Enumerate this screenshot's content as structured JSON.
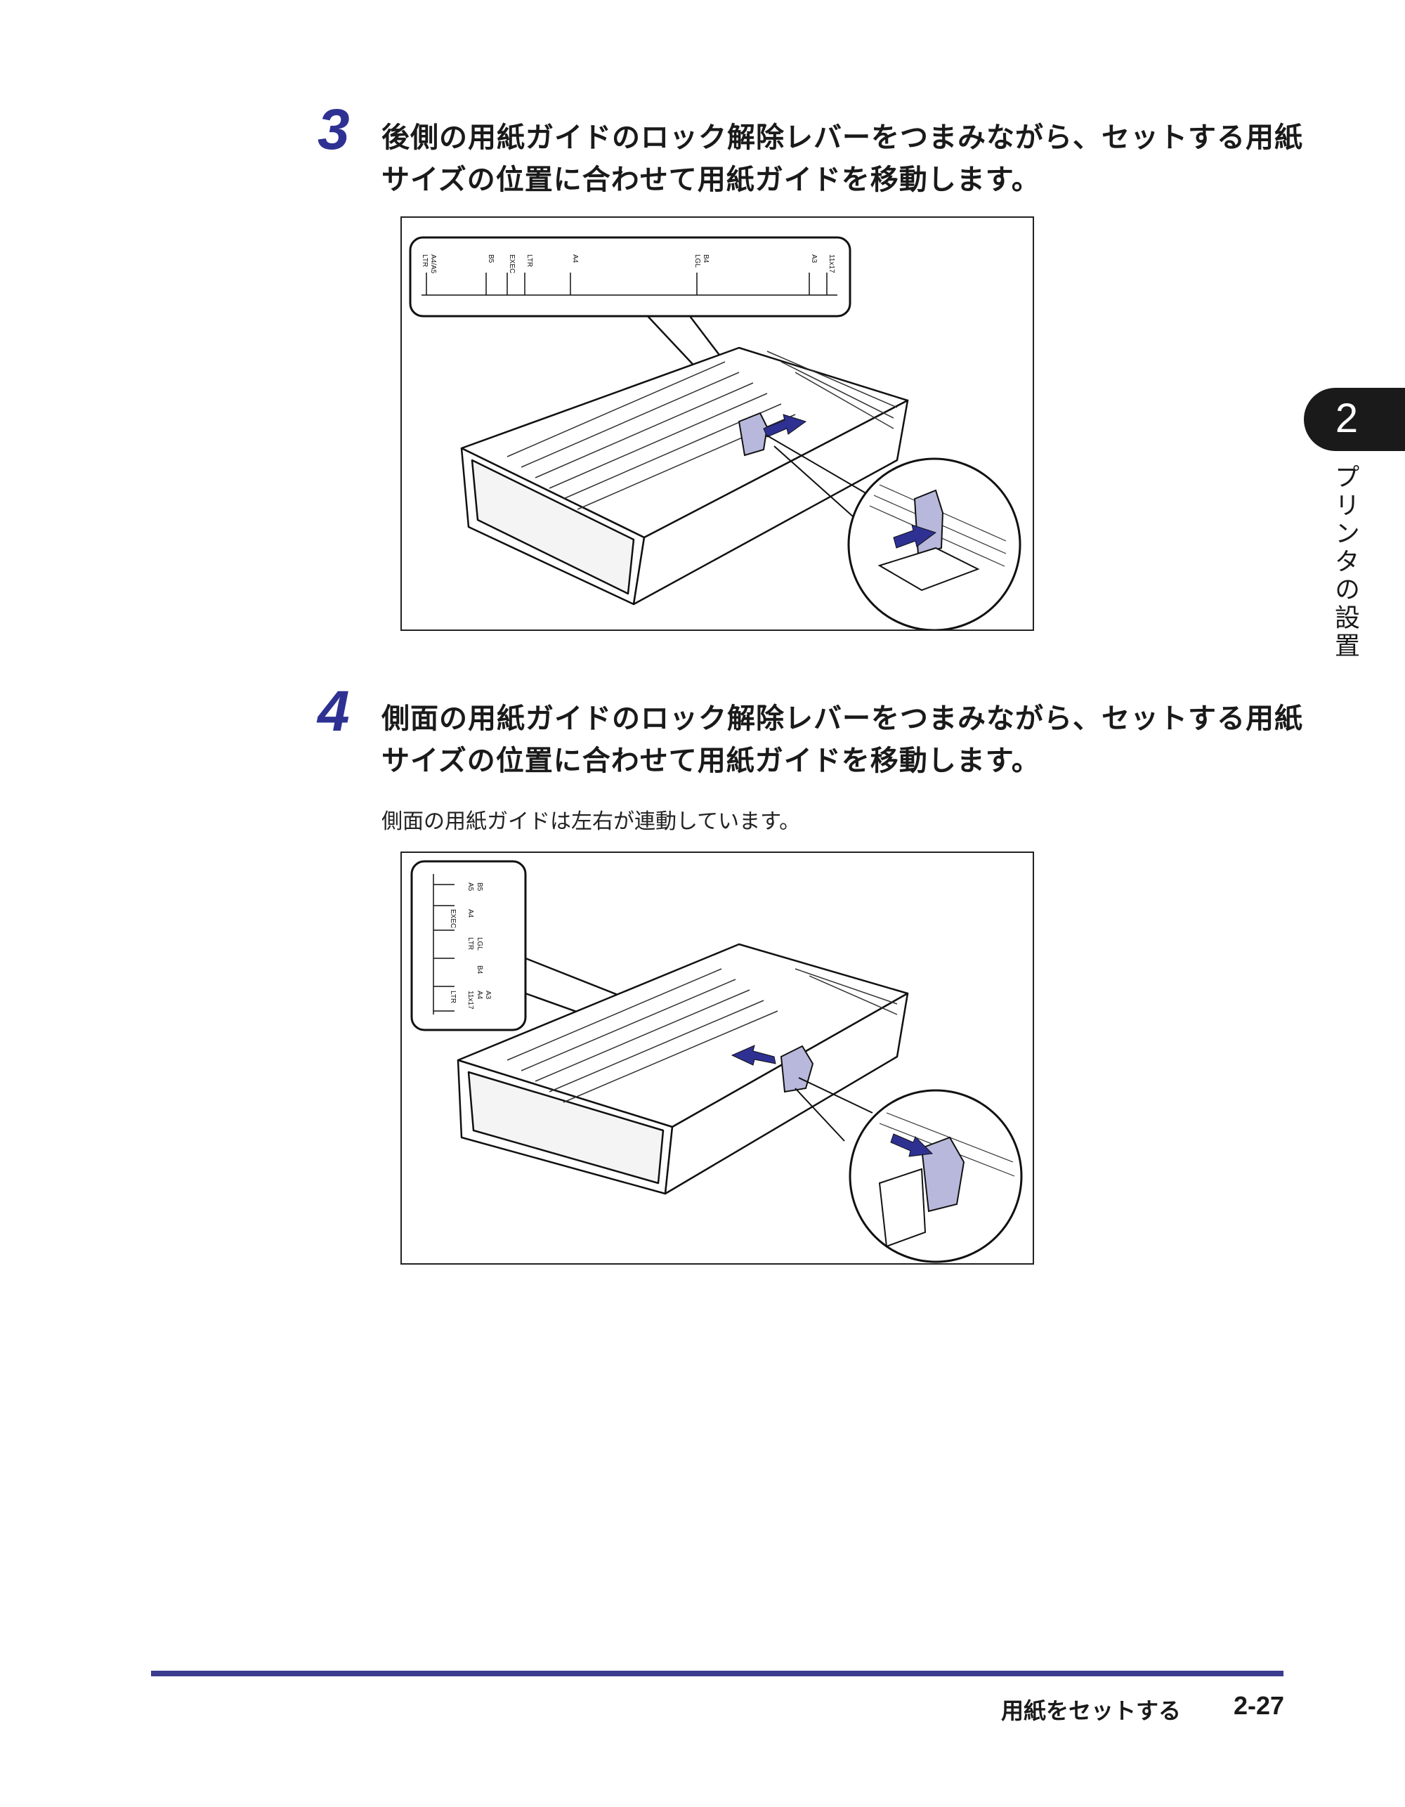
{
  "steps": [
    {
      "number": "3",
      "line1": "後側の用紙ガイドのロック解除レバーをつまみながら、セットする用紙",
      "line2": "サイズの位置に合わせて用紙ガイドを移動します。"
    },
    {
      "number": "4",
      "line1": "側面の用紙ガイドのロック解除レバーをつまみながら、セットする用紙",
      "line2": "サイズの位置に合わせて用紙ガイドを移動します。",
      "note": "側面の用紙ガイドは左右が連動しています。"
    }
  ],
  "figure1": {
    "scale_labels": [
      "LTR",
      "A4/A5",
      "B5",
      "EXEC",
      "LTR",
      "A4",
      "LGL",
      "B4",
      "A3",
      "11x17"
    ]
  },
  "figure2": {
    "scale_labels": [
      "A5",
      "B5",
      "EXEC",
      "A4",
      "LGL",
      "LTR",
      "B4",
      "11x17",
      "LTR",
      "A4",
      "A3"
    ]
  },
  "side_tab": {
    "chapter": "2",
    "title": "プリンタの設置"
  },
  "footer": {
    "section_title": "用紙をセットする",
    "page_number": "2-27"
  },
  "colors": {
    "accent": "#2e3192",
    "rule": "#3b3b8f",
    "guide_highlight": "#b8b8dc"
  }
}
